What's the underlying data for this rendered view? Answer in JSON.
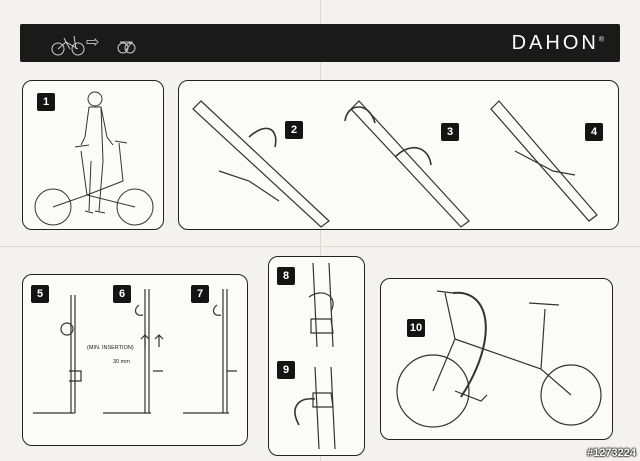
{
  "header": {
    "brand": "DAHON",
    "registered_mark": "®",
    "arrow": "⇨"
  },
  "steps": [
    {
      "number": "1"
    },
    {
      "number": "2"
    },
    {
      "number": "3"
    },
    {
      "number": "4"
    },
    {
      "number": "5"
    },
    {
      "number": "6"
    },
    {
      "number": "7"
    },
    {
      "number": "8"
    },
    {
      "number": "9"
    },
    {
      "number": "10"
    }
  ],
  "step6": {
    "min_insertion_label": "(MIN. INSERTION)",
    "measure_label": "30 mm"
  },
  "watermark": "#1273224",
  "colors": {
    "header_bg": "#1a1a1a",
    "paper": "#f3f2ee",
    "line": "#222222"
  }
}
